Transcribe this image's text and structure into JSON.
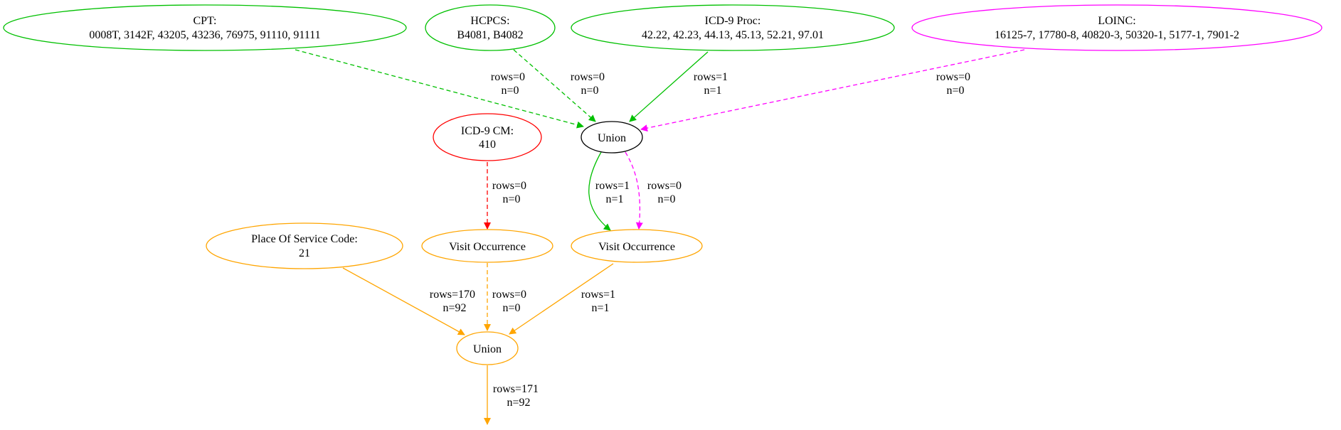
{
  "colors": {
    "green": "#00c000",
    "magenta": "#ff00ff",
    "red": "#ff0000",
    "orange": "#ffa500",
    "black": "#000000"
  },
  "nodes": {
    "cpt": {
      "line1": "CPT:",
      "line2": "0008T, 3142F, 43205, 43236, 76975, 91110, 91111",
      "color": "green"
    },
    "hcpcs": {
      "line1": "HCPCS:",
      "line2": "B4081, B4082",
      "color": "green"
    },
    "icd9proc": {
      "line1": "ICD-9 Proc:",
      "line2": "42.22, 42.23, 44.13, 45.13, 52.21, 97.01",
      "color": "green"
    },
    "loinc": {
      "line1": "LOINC:",
      "line2": "16125-7, 17780-8, 40820-3, 50320-1, 5177-1, 7901-2",
      "color": "magenta"
    },
    "icd9cm": {
      "line1": "ICD-9 CM:",
      "line2": "410",
      "color": "red"
    },
    "union1": {
      "line1": "Union",
      "color": "black"
    },
    "pos": {
      "line1": "Place Of Service Code:",
      "line2": "21",
      "color": "orange"
    },
    "visit1": {
      "line1": "Visit Occurrence",
      "color": "orange"
    },
    "visit2": {
      "line1": "Visit Occurrence",
      "color": "orange"
    },
    "union2": {
      "line1": "Union",
      "color": "orange"
    }
  },
  "edges": {
    "cpt_union1": {
      "rows": "rows=0",
      "n": "n=0",
      "color": "green",
      "dashed": true
    },
    "hcpcs_union1": {
      "rows": "rows=0",
      "n": "n=0",
      "color": "green",
      "dashed": true
    },
    "icd9proc_union1": {
      "rows": "rows=1",
      "n": "n=1",
      "color": "green",
      "dashed": false
    },
    "loinc_union1": {
      "rows": "rows=0",
      "n": "n=0",
      "color": "magenta",
      "dashed": true
    },
    "icd9cm_visit1": {
      "rows": "rows=0",
      "n": "n=0",
      "color": "red",
      "dashed": true
    },
    "union1_visit2_green": {
      "rows": "rows=1",
      "n": "n=1",
      "color": "green",
      "dashed": false
    },
    "union1_visit2_magenta": {
      "rows": "rows=0",
      "n": "n=0",
      "color": "magenta",
      "dashed": true
    },
    "pos_union2": {
      "rows": "rows=170",
      "n": "n=92",
      "color": "orange",
      "dashed": false
    },
    "visit1_union2": {
      "rows": "rows=0",
      "n": "n=0",
      "color": "orange",
      "dashed": true
    },
    "visit2_union2": {
      "rows": "rows=1",
      "n": "n=1",
      "color": "orange",
      "dashed": false
    },
    "union2_out": {
      "rows": "rows=171",
      "n": "n=92",
      "color": "orange",
      "dashed": false
    }
  }
}
